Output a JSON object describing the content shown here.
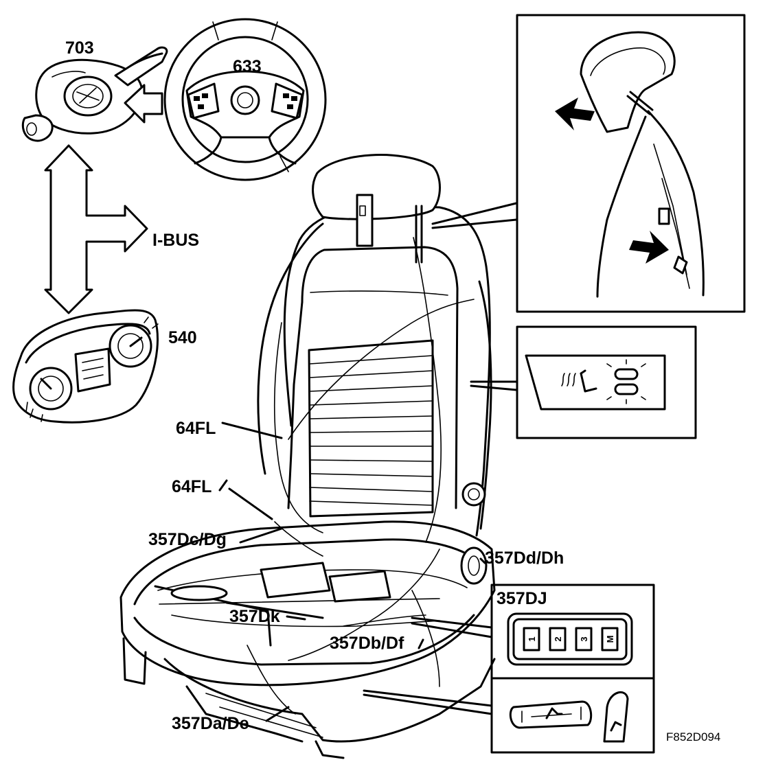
{
  "labels": {
    "part_703": "703",
    "part_633": "633",
    "bus": "I-BUS",
    "part_540": "540",
    "harness_64fl_upper": "64FL",
    "harness_64fl_lower": "64FL",
    "connector_357dc_dg": "357Dc/Dg",
    "connector_357dd_dh": "357Dd/Dh",
    "connector_357dk": "357Dk",
    "connector_357db_df": "357Db/Df",
    "connector_357da_de": "357Da/De",
    "switch_357dj": "357DJ"
  },
  "memory_buttons": [
    "1",
    "2",
    "3",
    "M"
  ],
  "figure_code": "F852D094"
}
